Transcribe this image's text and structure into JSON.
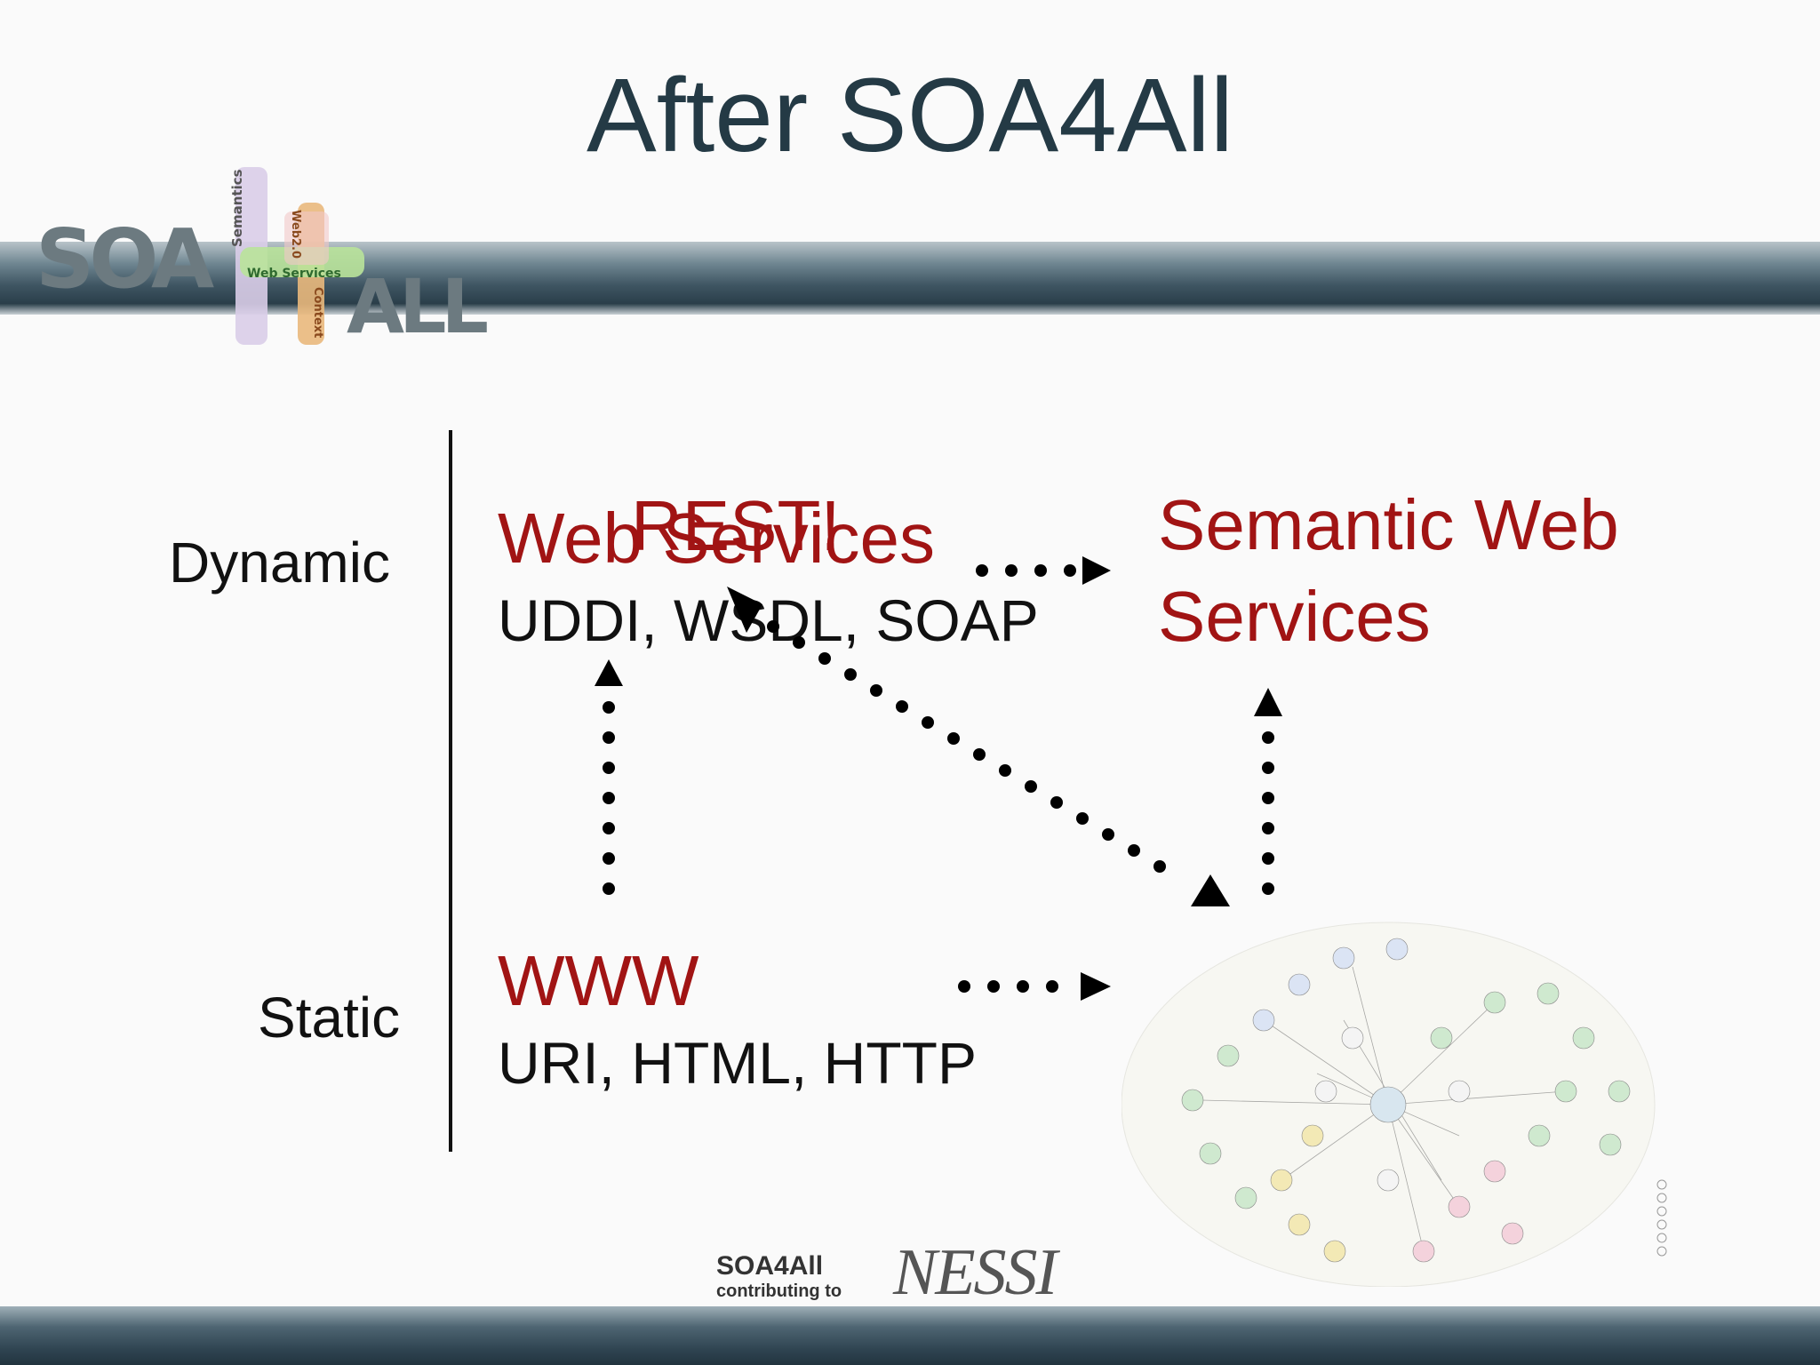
{
  "title": "After SOA4All",
  "logo": {
    "letters_left": "SOA",
    "letters_right": "ALL",
    "vertical_label": "Semantics",
    "horizontal_label": "Web Services",
    "vertical_label_2": "Web2.0",
    "vertical_label_3": "Context"
  },
  "axis": {
    "dynamic": "Dynamic",
    "static": "Static"
  },
  "web_services": {
    "title": "Web Services",
    "overlay": "REST!",
    "protocols": "UDDI, WSDL, SOAP"
  },
  "semantic_web_services": {
    "line1": "Semantic Web",
    "line2": "Services"
  },
  "www": {
    "title": "WWW",
    "protocols": "URI, HTML, HTTP"
  },
  "footer": {
    "soa": "SOA4All",
    "contributing": "contributing to",
    "nessi": "NESSI"
  },
  "colors": {
    "accent_red": "#a11414",
    "title_blue": "#243a45",
    "band_dark": "#2e4350"
  }
}
